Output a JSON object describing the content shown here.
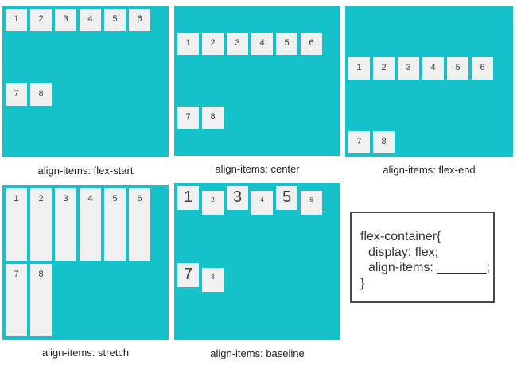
{
  "colors": {
    "container_teal": "#16c2c9",
    "item_background": "#f0f0f0",
    "item_number": "#3d3d3d",
    "label_text": "#1f1f1f",
    "code_border": "#4a4a4a",
    "page_background": "#ffffff"
  },
  "panels": [
    {
      "name": "flex-start",
      "label": "align-items: flex-start",
      "items": [
        {
          "label": "1",
          "font": "normal"
        },
        {
          "label": "2",
          "font": "normal"
        },
        {
          "label": "3",
          "font": "normal"
        },
        {
          "label": "4",
          "font": "normal"
        },
        {
          "label": "5",
          "font": "normal"
        },
        {
          "label": "6",
          "font": "normal"
        },
        {
          "label": "7",
          "font": "normal"
        },
        {
          "label": "8",
          "font": "normal"
        }
      ]
    },
    {
      "name": "center",
      "label": "align-items: center",
      "items": [
        {
          "label": "1",
          "font": "normal"
        },
        {
          "label": "2",
          "font": "normal"
        },
        {
          "label": "3",
          "font": "normal"
        },
        {
          "label": "4",
          "font": "normal"
        },
        {
          "label": "5",
          "font": "normal"
        },
        {
          "label": "6",
          "font": "normal"
        },
        {
          "label": "7",
          "font": "normal"
        },
        {
          "label": "8",
          "font": "normal"
        }
      ]
    },
    {
      "name": "flex-end",
      "label": "align-items: flex-end",
      "items": [
        {
          "label": "1",
          "font": "normal"
        },
        {
          "label": "2",
          "font": "normal"
        },
        {
          "label": "3",
          "font": "normal"
        },
        {
          "label": "4",
          "font": "normal"
        },
        {
          "label": "5",
          "font": "normal"
        },
        {
          "label": "6",
          "font": "normal"
        },
        {
          "label": "7",
          "font": "normal"
        },
        {
          "label": "8",
          "font": "normal"
        }
      ]
    },
    {
      "name": "stretch",
      "label": "align-items: stretch",
      "items": [
        {
          "label": "1",
          "font": "normal"
        },
        {
          "label": "2",
          "font": "normal"
        },
        {
          "label": "3",
          "font": "normal"
        },
        {
          "label": "4",
          "font": "normal"
        },
        {
          "label": "5",
          "font": "normal"
        },
        {
          "label": "6",
          "font": "normal"
        },
        {
          "label": "7",
          "font": "normal"
        },
        {
          "label": "8",
          "font": "normal"
        }
      ]
    },
    {
      "name": "baseline",
      "label": "align-items: baseline",
      "items": [
        {
          "label": "1",
          "font": "large"
        },
        {
          "label": "2",
          "font": "small"
        },
        {
          "label": "3",
          "font": "large"
        },
        {
          "label": "4",
          "font": "small"
        },
        {
          "label": "5",
          "font": "large"
        },
        {
          "label": "6",
          "font": "small"
        },
        {
          "label": "7",
          "font": "large"
        },
        {
          "label": "8",
          "font": "small"
        }
      ]
    }
  ],
  "code_box": {
    "lines": [
      "flex-container{",
      "display: flex;",
      "align-items: _______;",
      "}"
    ]
  }
}
